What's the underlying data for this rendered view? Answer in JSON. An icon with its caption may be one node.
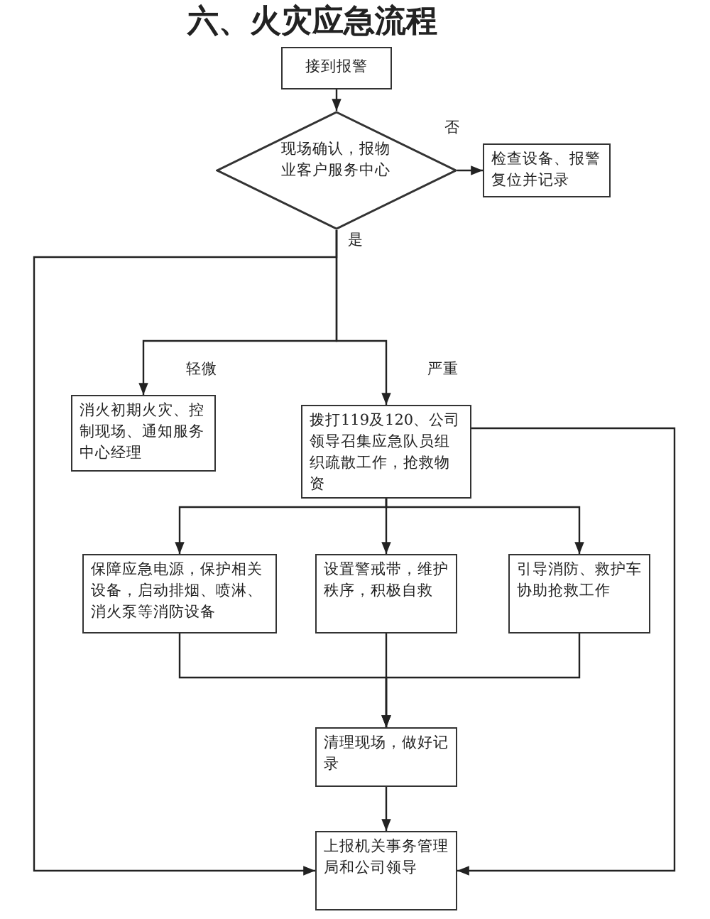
{
  "diagram": {
    "title": "六、火灾应急流程",
    "nodes": [
      {
        "text": [
          "接到报警"
        ]
      },
      {
        "text": [
          "现场确认，报物业客户服务中心"
        ]
      },
      {
        "text": [
          "检查设备、报警复位并记录"
        ]
      },
      {
        "text": [
          "消火初期火灾、控制现场、通知服务中心经理"
        ]
      },
      {
        "text": [
          "拨打119及120、公司领导召集应急队员组织疏散工作，抢救物资"
        ]
      },
      {
        "text": [
          "保障应急电源，保护相关设备，启动排烟、喷淋、消火泵等消防设备"
        ]
      },
      {
        "text": [
          "设置警戒带，维护秩序，积极自救"
        ]
      },
      {
        "text": [
          "引导消防、救护车协助抢救工作"
        ]
      },
      {
        "text": [
          "清理现场，做好记录"
        ]
      },
      {
        "text": [
          "上报机关事务管理局和公司领导"
        ]
      }
    ],
    "edges": [
      {
        "from": 0,
        "to": 1,
        "arrow": "to"
      },
      {
        "from": 1,
        "to": 2,
        "arrow": "to",
        "label": "否"
      },
      {
        "from": 1,
        "to": 3,
        "arrow": "to",
        "label": "轻微"
      },
      {
        "from": 1,
        "to": 4,
        "arrow": "to",
        "label": "严重"
      },
      {
        "from": 1,
        "to": 9,
        "arrow": "to",
        "label": "是"
      },
      {
        "from": 4,
        "to": 5,
        "arrow": "to"
      },
      {
        "from": 4,
        "to": 6,
        "arrow": "to"
      },
      {
        "from": 4,
        "to": 7,
        "arrow": "to"
      },
      {
        "from": 4,
        "to": 9,
        "arrow": "to"
      },
      {
        "from": 5,
        "to": 8,
        "arrow": "to"
      },
      {
        "from": 6,
        "to": 8,
        "arrow": "to"
      },
      {
        "from": 7,
        "to": 8,
        "arrow": "to"
      },
      {
        "from": 8,
        "to": 9,
        "arrow": "to"
      }
    ]
  }
}
